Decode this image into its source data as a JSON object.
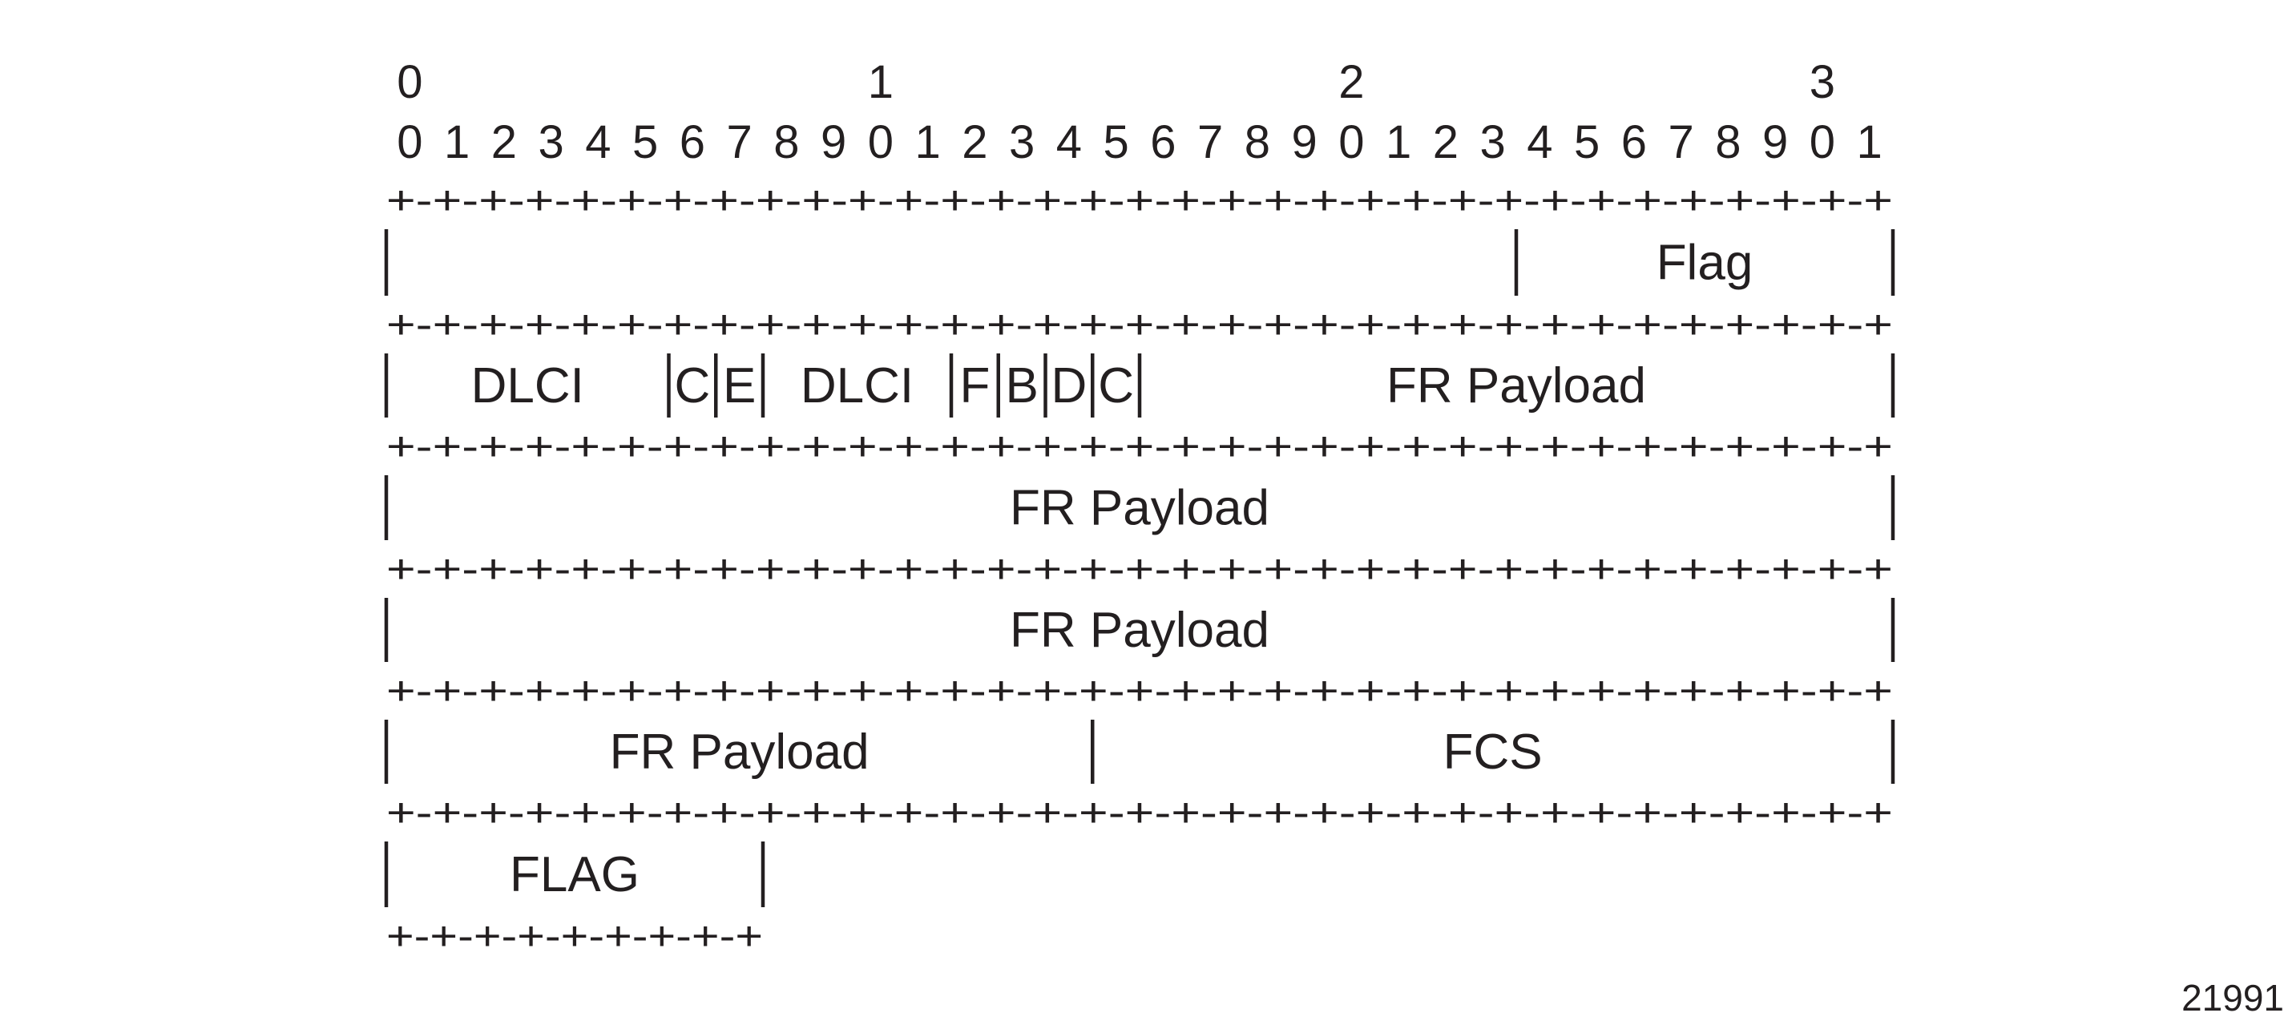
{
  "bit_ruler": {
    "tens": [
      "0",
      "1",
      "2",
      "3"
    ],
    "units": [
      "0",
      "1",
      "2",
      "3",
      "4",
      "5",
      "6",
      "7",
      "8",
      "9",
      "0",
      "1",
      "2",
      "3",
      "4",
      "5",
      "6",
      "7",
      "8",
      "9",
      "0",
      "1",
      "2",
      "3",
      "4",
      "5",
      "6",
      "7",
      "8",
      "9",
      "0",
      "1"
    ]
  },
  "rows": [
    {
      "fields": [
        {
          "label": "",
          "bits": 24
        },
        {
          "label": "Flag",
          "bits": 8
        }
      ]
    },
    {
      "fields": [
        {
          "label": "DLCI",
          "bits": 6
        },
        {
          "label": "C",
          "bits": 1
        },
        {
          "label": "E",
          "bits": 1
        },
        {
          "label": "DLCI",
          "bits": 4
        },
        {
          "label": "F",
          "bits": 1
        },
        {
          "label": "B",
          "bits": 1
        },
        {
          "label": "D",
          "bits": 1
        },
        {
          "label": "C",
          "bits": 1
        },
        {
          "label": "FR Payload",
          "bits": 16
        }
      ]
    },
    {
      "fields": [
        {
          "label": "FR Payload",
          "bits": 32
        }
      ]
    },
    {
      "fields": [
        {
          "label": "FR Payload",
          "bits": 32
        }
      ]
    },
    {
      "fields": [
        {
          "label": "FR Payload",
          "bits": 15
        },
        {
          "label": "FCS",
          "bits": 17
        }
      ]
    },
    {
      "fields": [
        {
          "label": "FLAG",
          "bits": 8
        }
      ]
    }
  ],
  "figure_id": "21991"
}
